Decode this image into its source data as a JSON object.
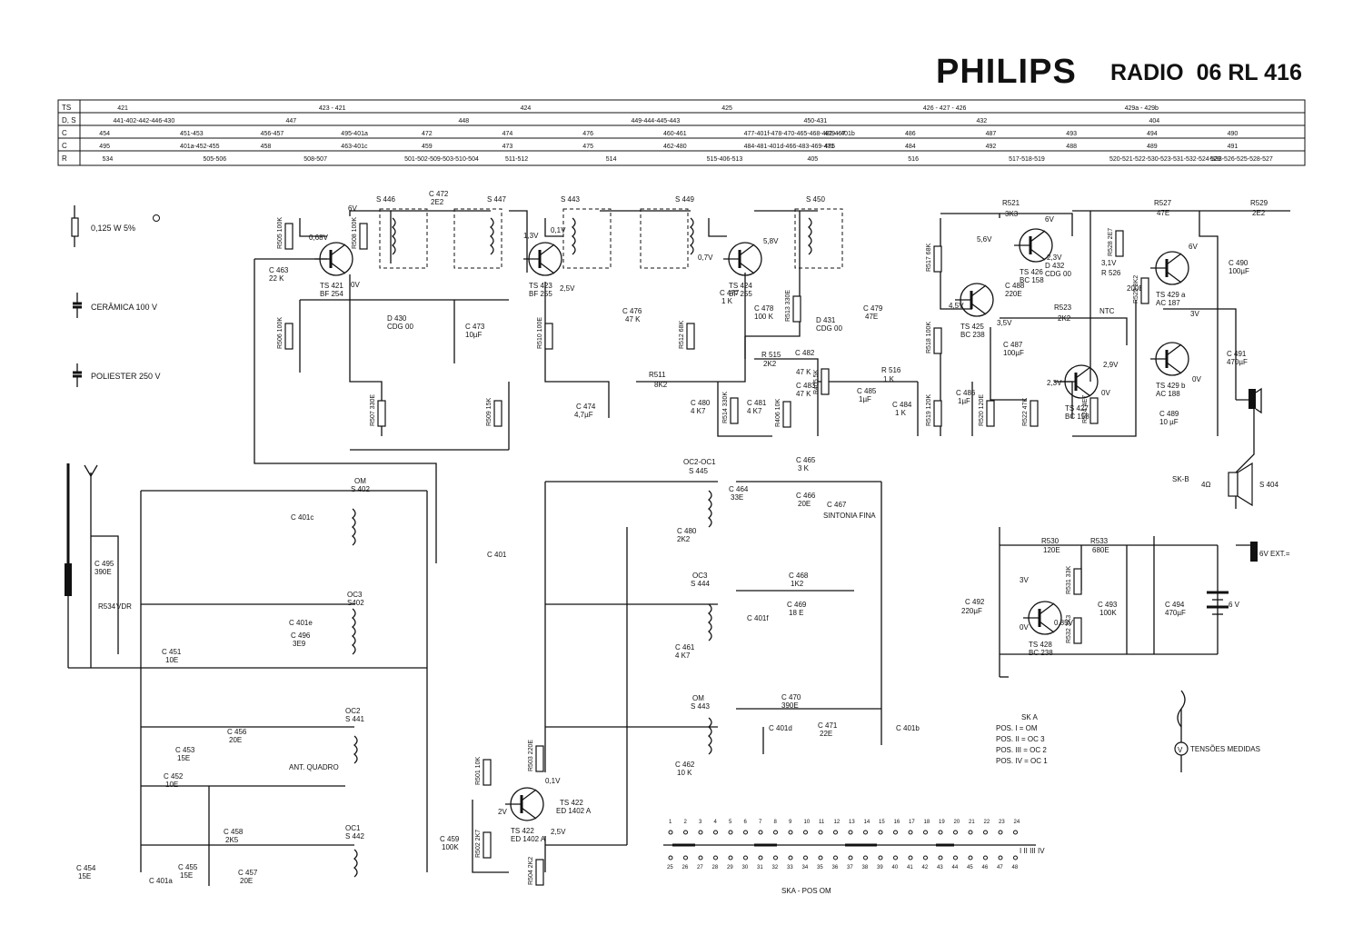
{
  "header": {
    "brand": "PHILIPS",
    "product": "RADIO",
    "model": "06 RL 416"
  },
  "table": {
    "rows": [
      {
        "key": "TS",
        "entries": [
          "421",
          "423 - 421",
          "424",
          "425",
          "426 - 427 - 426",
          "429a - 429b"
        ]
      },
      {
        "key": "D, S",
        "entries": [
          "441-402-442-446-430",
          "447",
          "448",
          "449-444-445-443",
          "450-431",
          "432",
          "404"
        ]
      },
      {
        "key": "C",
        "entries": [
          "454",
          "451-453",
          "456-457",
          "495-401a",
          "472",
          "474",
          "476",
          "460-461",
          "477-401f-478-470-465-468-482-467",
          "479 - 401b",
          "486",
          "487",
          "493",
          "494",
          "490"
        ]
      },
      {
        "key": "C",
        "entries": [
          "495",
          "401a-452-455",
          "458",
          "463-401c",
          "459",
          "473",
          "475",
          "462-480",
          "484-481-401d-466-483-469-471",
          "485",
          "484",
          "492",
          "488",
          "489",
          "491"
        ]
      },
      {
        "key": "R",
        "entries": [
          "534",
          "505-506",
          "508-507",
          "501-502-509-503-510-504",
          "511-512",
          "514",
          "515-406-513",
          "405",
          "516",
          "517-518-519",
          "520-521-522-530-523-531-532-524-533-526-525-528-527",
          "529"
        ]
      }
    ]
  },
  "legend": [
    {
      "symbol": "resistor-icon",
      "text": "0,125 W    5%"
    },
    {
      "symbol": "capacitor-icon",
      "text": "CERÂMICA    100 V"
    },
    {
      "symbol": "capacitor-icon",
      "text": "POLIESTER    250 V"
    }
  ],
  "transistors": [
    {
      "id": "TS 421",
      "type": "BF 254"
    },
    {
      "id": "TS 423",
      "type": "BF 255"
    },
    {
      "id": "TS 424",
      "type": "BF 255"
    },
    {
      "id": "TS 425",
      "type": "BC 238"
    },
    {
      "id": "TS 426",
      "type": "BC 158"
    },
    {
      "id": "TS 427",
      "type": "BC 158"
    },
    {
      "id": "TS 429 a",
      "type": "AC 187"
    },
    {
      "id": "TS 429 b",
      "type": "AC 188"
    },
    {
      "id": "TS 428",
      "type": "BC 238"
    },
    {
      "id": "TS 422",
      "type": "ED 1402 A"
    }
  ],
  "labels": {
    "s446": "S 446",
    "s447": "S 447",
    "s443": "S 443",
    "s449": "S 449",
    "s450": "S 450",
    "c472": "C 472",
    "c472v": "2E2",
    "c473": "C 473",
    "c473v": "10µF",
    "c463": "C 463",
    "c463v": "22 K",
    "d430": "D 430",
    "d430t": "CDG 00",
    "c476": "C 476",
    "c476v": "47 K",
    "c477": "C 477",
    "c477v": "1 K",
    "c478": "C 478",
    "c478v": "100 K",
    "d431": "D 431",
    "d431t": "CDG 00",
    "c479": "C 479",
    "c479v": "47E",
    "r511": "R511",
    "r511v": "8K2",
    "r515": "R 515",
    "r515v": "2K2",
    "c482": "C 482",
    "c482v": "47 K",
    "c474": "C 474",
    "c474v": "4,7µF",
    "c480": "C 480",
    "c480v": "4 K7",
    "c481": "C 481",
    "c481v": "4 K7",
    "c483": "C 483",
    "c483v": "47 K",
    "c485": "C 485",
    "c485v": "1µF",
    "r516": "R 516",
    "r516v": "1 K",
    "c484": "C 484",
    "c484v": "1 K",
    "c486": "C 486",
    "c486v": "1µF",
    "c487": "C 487",
    "c487v": "100µF",
    "c488": "C 488",
    "c488v": "220E",
    "c489": "C 489",
    "c489v": "10 µF",
    "c490": "C 490",
    "c490v": "100µF",
    "c491": "C 491",
    "c491v": "470µF",
    "d432": "D 432",
    "d432t": "CDG 00",
    "r521": "R521",
    "r521v": "3K3",
    "r527": "R527",
    "r527v": "47E",
    "r529": "R529",
    "r529v": "2E2",
    "r523": "R523",
    "r523v": "2K2",
    "r526": "R 526",
    "ntc": "NTC",
    "r526v": "200E",
    "sk_b": "SK-B",
    "spk_r": "4Ω",
    "s404": "S 404",
    "ext": "6V EXT.=",
    "c492": "C 492",
    "c492v": "220µF",
    "c493": "C 493",
    "c493v": "100K",
    "c494": "C 494",
    "c494v": "470µF",
    "batt": "6 V",
    "r530": "R530",
    "r530v": "120E",
    "r533": "R533",
    "r533v": "680E",
    "sk_a": "SK A",
    "pos1": "POS. I = OM",
    "pos2": "POS. II = OC 3",
    "pos3": "POS. III = OC 2",
    "pos4": "POS. IV = OC 1",
    "tensoes": "TENSÕES MEDIDAS",
    "om_s402": "OM",
    "s402": "S 402",
    "oc3_s402": "OC3",
    "s402b": "S402",
    "c401c": "C 401c",
    "c401e": "C 401e",
    "c496": "C 496",
    "c496v": "3E9",
    "c495": "C 495",
    "c495v": "390E",
    "r534": "R534",
    "vdr": "VDR",
    "c451": "C 451",
    "c451v": "10E",
    "c452": "C 452",
    "c452v": "10E",
    "c453": "C 453",
    "c453v": "15E",
    "c456": "C 456",
    "c456v": "20E",
    "ant": "ANT. QUADRO",
    "oc2": "OC2",
    "s441": "S 441",
    "oc1": "OC1",
    "s442": "S 442",
    "c458": "C 458",
    "c458v": "2K5",
    "c457": "C 457",
    "c457v": "20E",
    "c454": "C 454",
    "c454v": "15E",
    "c455": "C 455",
    "c455v": "15E",
    "c401a": "C 401a",
    "c401": "C 401",
    "oc2oc1": "OC2-OC1",
    "s445": "S 445",
    "c464": "C 464",
    "c464v": "33E",
    "c465": "C 465",
    "c465v": "3 K",
    "c466": "C 466",
    "c466v": "20E",
    "c467": "C 467",
    "sintonia": "SINTONIA FINA",
    "c480b": "C 480",
    "c480bv": "2K2",
    "oc3": "OC3",
    "s444": "S 444",
    "c468": "C 468",
    "c468v": "1K2",
    "c469": "C 469",
    "c469v": "18 E",
    "c401f": "C 401f",
    "c461": "C 461",
    "c461v": "4 K7",
    "om2": "OM",
    "s443b": "S 443",
    "c470": "C 470",
    "c470v": "390E",
    "c401d": "C 401d",
    "c471": "C 471",
    "c471v": "22E",
    "c401b": "C 401b",
    "c462": "C 462",
    "c462v": "10 K",
    "c459": "C 459",
    "c459v": "100K",
    "ts422": "TS 422",
    "ed": "ED 1402 A",
    "skapos": "SKA - POS OM",
    "romans": "I  II  III  IV"
  },
  "voltages": [
    "6V",
    "0,68V",
    "0V",
    "0,1V",
    "1,3V",
    "2,5V",
    "5,8V",
    "0,7V",
    "6V",
    "5,6V",
    "2,3V",
    "4,5V",
    "3,5V",
    "3,1V",
    "6V",
    "3V",
    "2,9V",
    "2,3V",
    "0V",
    "0V",
    "3V",
    "0,85V",
    "0V",
    "2V",
    "2,5V",
    "0,1V"
  ],
  "res_values": {
    "r505": "R505 100K",
    "r508": "R508 100K",
    "r506": "R506 100K",
    "r507": "R507 330E",
    "r510": "R510 100E",
    "r512": "R512 68K",
    "r513": "R513 330E",
    "r514": "R514 330K",
    "r406": "R406 10K",
    "r405": "R405 5K",
    "r509": "R509 15K",
    "r517": "R517 68K",
    "r518": "R518 100K",
    "r519": "R519 120K",
    "r520": "R520 120E",
    "r522": "R522 47K",
    "r524": "R524 4E7",
    "r525": "R525 8K2",
    "r528": "R528 2E7",
    "r531": "R531 33K",
    "r532": "R532 3K3",
    "r501": "R501 10K",
    "r502": "R502 2K7",
    "r503": "R503 220E",
    "r504": "R504 2K2"
  },
  "board_cols_top": [
    "1",
    "2",
    "3",
    "4",
    "5",
    "6",
    "7",
    "8",
    "9",
    "10",
    "11",
    "12",
    "13",
    "14",
    "15",
    "16",
    "17",
    "18",
    "19",
    "20",
    "21",
    "22",
    "23",
    "24"
  ],
  "board_cols_bot": [
    "25",
    "26",
    "27",
    "28",
    "29",
    "30",
    "31",
    "32",
    "33",
    "34",
    "35",
    "36",
    "37",
    "38",
    "39",
    "40",
    "41",
    "42",
    "43",
    "44",
    "45",
    "46",
    "47",
    "48"
  ]
}
